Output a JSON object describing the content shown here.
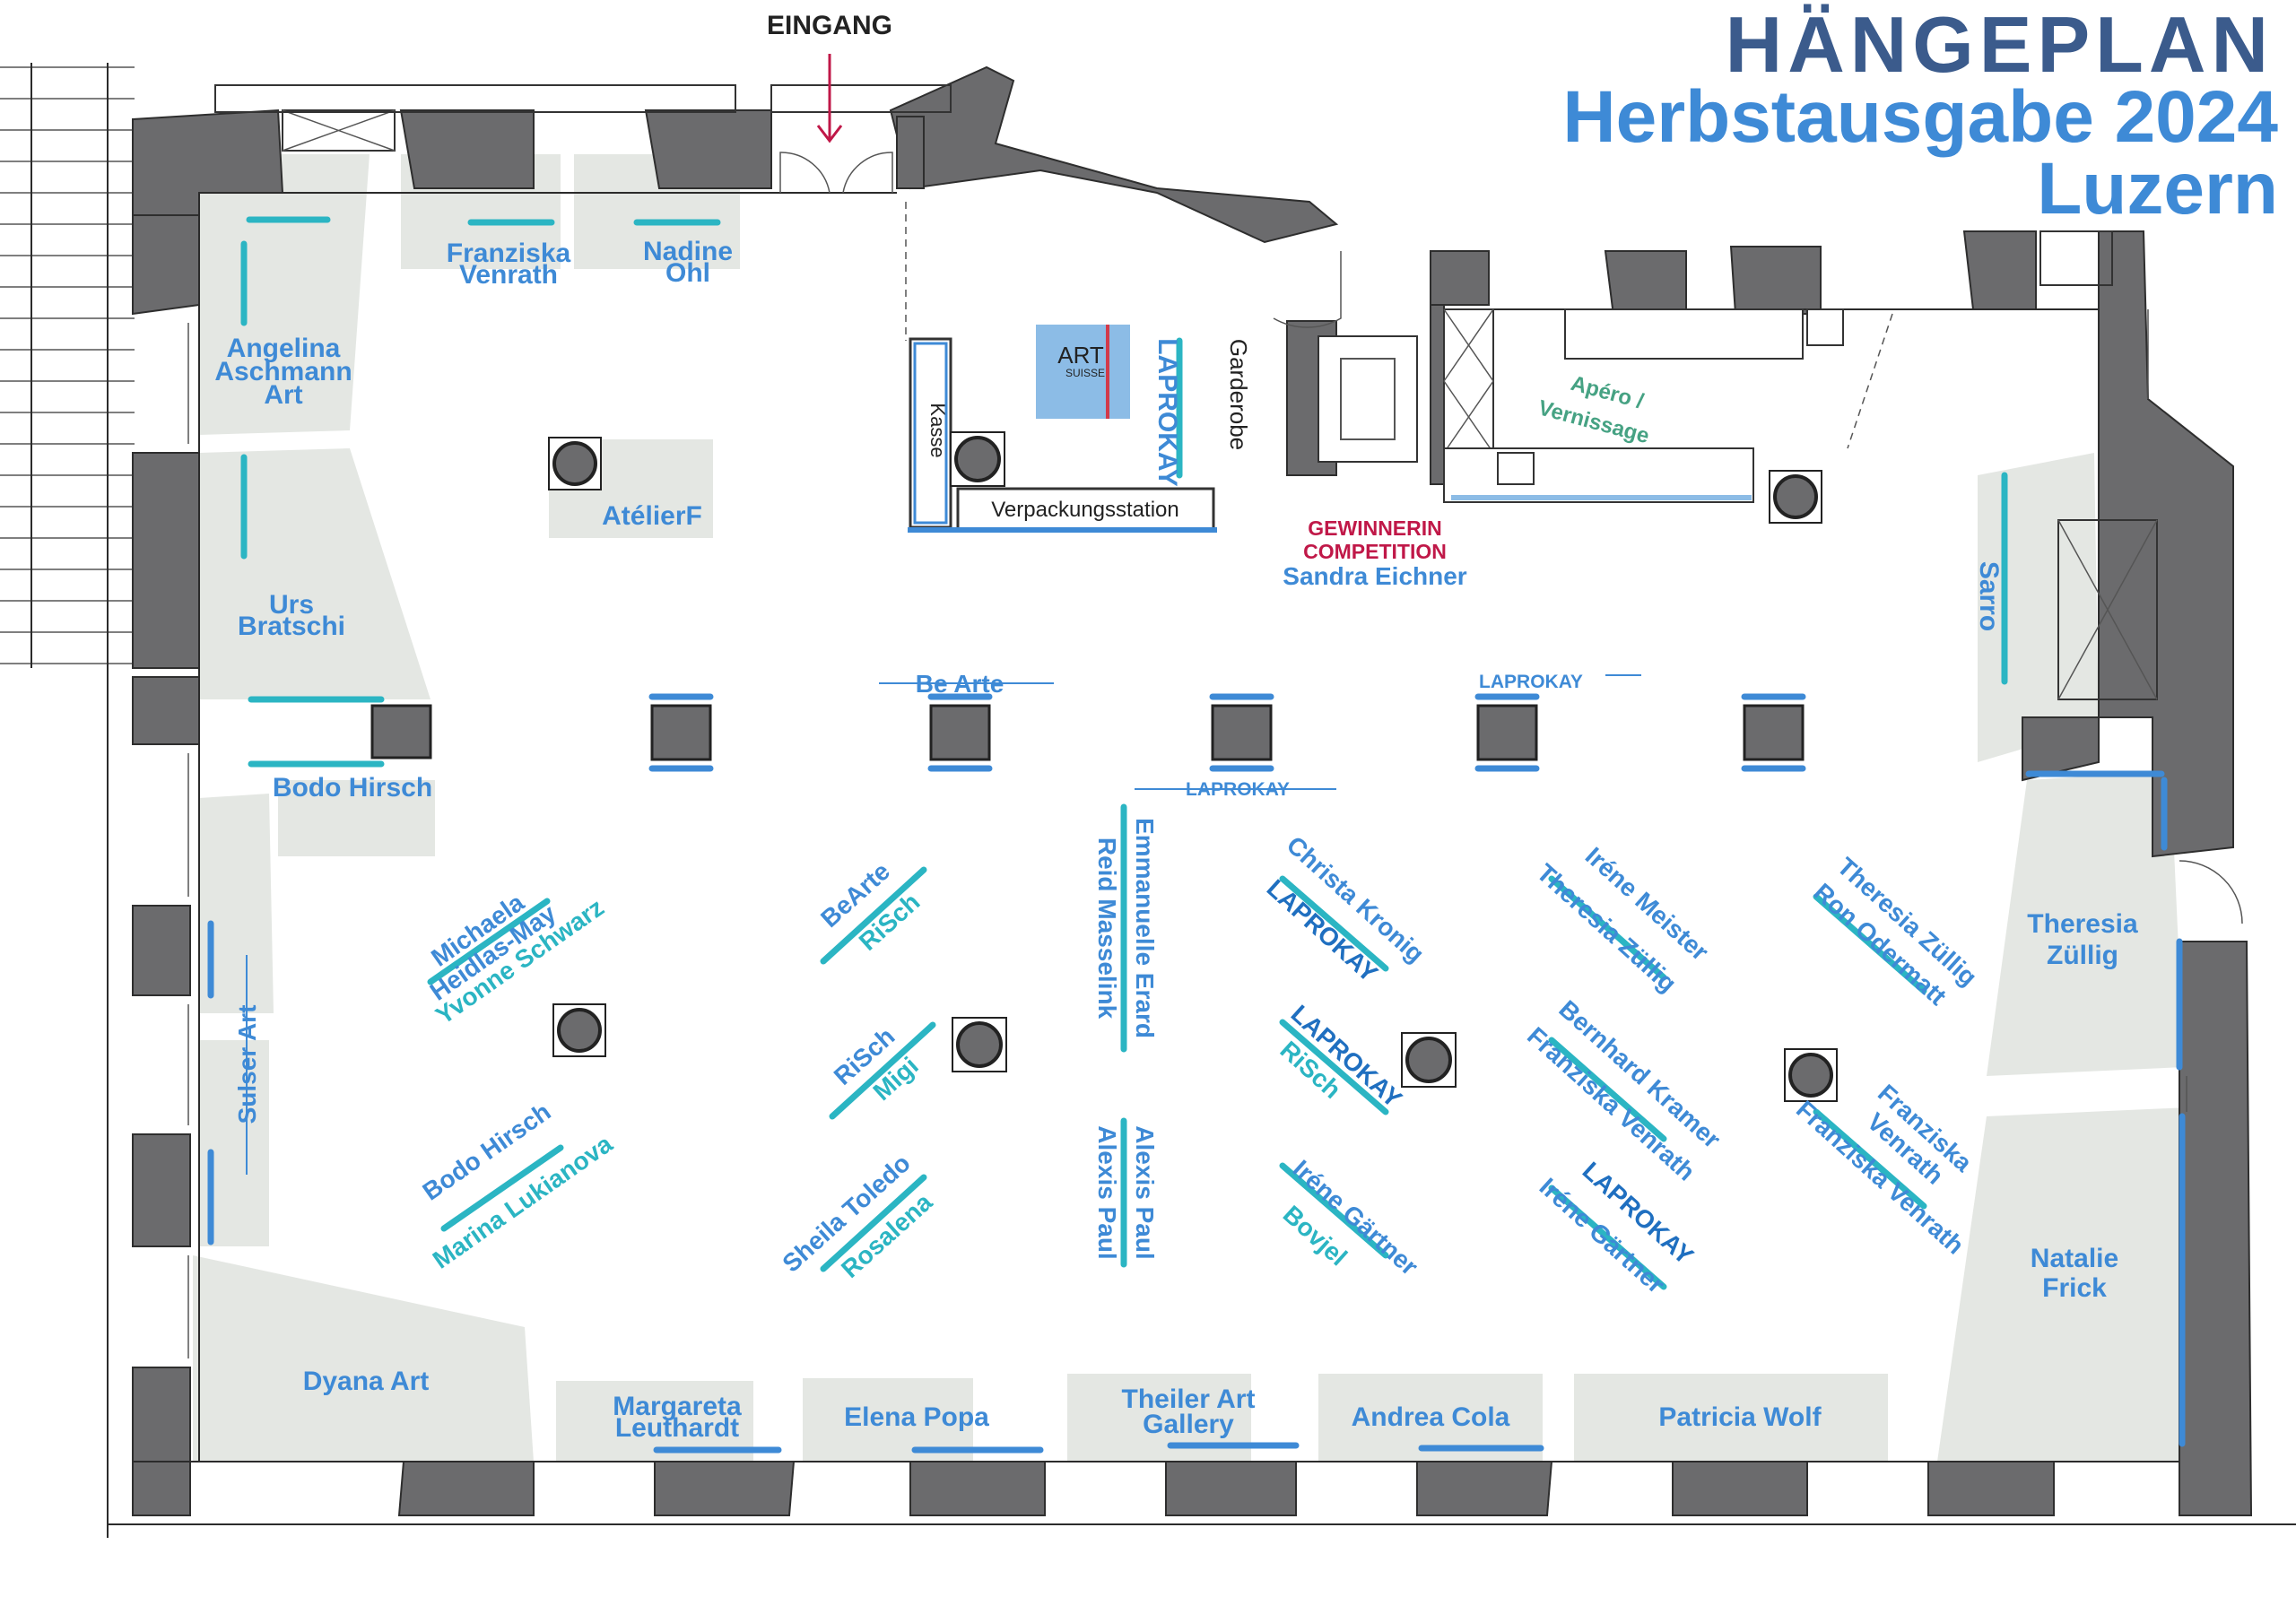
{
  "title": {
    "main": "HÄNGEPLAN",
    "edition": "Herbstausgabe 2024",
    "city": "Luzern"
  },
  "colors": {
    "title_dark": "#3b5b8c",
    "accent_blue": "#3e8ad6",
    "accent_teal": "#2bb5c3",
    "accent_green": "#46a283",
    "accent_red": "#c01848",
    "wall": "#6b6b6d",
    "zone": "#e4e7e3"
  },
  "entrance": {
    "label": "EINGANG"
  },
  "facilities": {
    "kasse": "Kasse",
    "verpackung": "Verpackungsstation",
    "garderobe": "Garderobe",
    "apero_line1": "Apéro /",
    "apero_line2": "Vernissage",
    "logo_art": "ART",
    "logo_suisse": "SUISSE"
  },
  "competition": {
    "line1": "GEWINNERIN",
    "line2": "COMPETITION",
    "winner": "Sandra Eichner"
  },
  "exhibitors": {
    "angelina": [
      "Angelina",
      "Aschmann",
      "Art"
    ],
    "franziska_top": [
      "Franziska",
      "Venrath"
    ],
    "nadine": [
      "Nadine",
      "Ohl"
    ],
    "atelierf": "AtélierF",
    "urs": [
      "Urs",
      "Bratschi"
    ],
    "bodo_top": "Bodo Hirsch",
    "laprokay_vertical": "LAPROKAY",
    "sarro": "Sarro",
    "be_arte_top": "Be Arte",
    "laprokay_top": "LAPROKAY",
    "laprokay_mid": "LAPROKAY",
    "sulser": "Sulser Art",
    "michaela": [
      "Michaela",
      "Heidlas-May"
    ],
    "yvonne": "Yvonne Schwarz",
    "bodo_bottom": "Bodo Hirsch",
    "marina": "Marina Lukianova",
    "bearte_diag": "BeArte",
    "risch_a": "RiSch",
    "risch_b": "RiSch",
    "migi": "Migi",
    "sheila": "Sheila Toledo",
    "rosalena": "Rosalena",
    "emmanuelle": "Emmanuelle Erard",
    "reid": "Reid Masselink",
    "alexis_a": "Alexis Paul",
    "alexis_b": "Alexis Paul",
    "christa": "Christa Kronig",
    "laprokay_d1": "LAPROKAY",
    "laprokay_d2": "LAPROKAY",
    "risch_c": "RiSch",
    "irene_a": "Iréne Gärtner",
    "bovjel": "Bovjel",
    "irene_meister": "Iréne Meister",
    "theresia_a": "Theresia Züllig",
    "bernhard": "Bernhard Kramer",
    "franziska_a": "Franziska Venrath",
    "laprokay_d3": "LAPROKAY",
    "irene_b": "Iréne Gärtner",
    "theresia_b": "Theresia Züllig",
    "ron": "Ron Odermatt",
    "franziska_b": [
      "Franziska",
      "Venrath"
    ],
    "franziska_c": "Franziska Venrath",
    "theresia_right": [
      "Theresia",
      "Züllig"
    ],
    "natalie": [
      "Natalie",
      "Frick"
    ],
    "dyana": "Dyana Art",
    "margareta": [
      "Margareta",
      "Leuthardt"
    ],
    "elena": "Elena Popa",
    "theiler": [
      "Theiler Art",
      "Gallery"
    ],
    "andrea": "Andrea Cola",
    "patricia": "Patricia Wolf"
  }
}
